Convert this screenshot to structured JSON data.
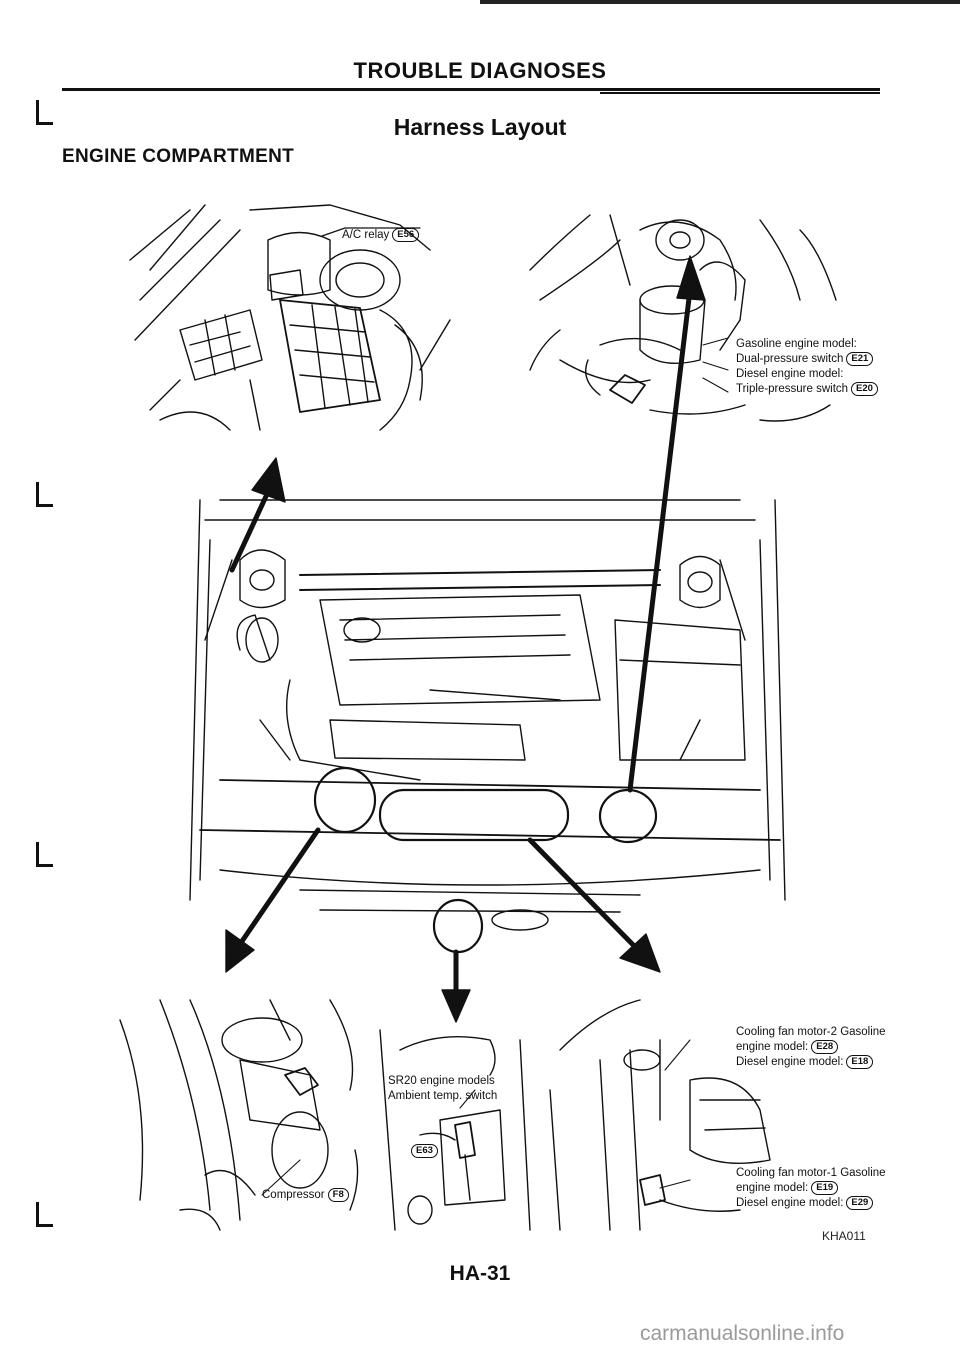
{
  "header": {
    "title": "TROUBLE DIAGNOSES"
  },
  "section_title": "Harness Layout",
  "subsection_title": "ENGINE COMPARTMENT",
  "callouts": {
    "ac_relay": {
      "text": "A/C relay",
      "code": "E56"
    },
    "pressure_switch": {
      "line1": "Gasoline engine model:",
      "line2": "Dual-pressure switch",
      "code1": "E21",
      "line3": "Diesel engine model:",
      "line4": "Triple-pressure switch",
      "code2": "E20"
    },
    "compressor": {
      "text": "Compressor",
      "code": "F8"
    },
    "ambient_switch": {
      "line1": "SR20 engine models",
      "line2": "Ambient temp. switch",
      "code": "E63"
    },
    "fan_motor_2": {
      "line1": "Cooling fan motor-2 Gasoline",
      "line2": "engine model:",
      "code1": "E28",
      "line3": "Diesel engine model:",
      "code2": "E18"
    },
    "fan_motor_1": {
      "line1": "Cooling fan motor-1 Gasoline",
      "line2": "engine model:",
      "code1": "E19",
      "line3": "Diesel engine model:",
      "code2": "E29"
    }
  },
  "figure_code": "KHA011",
  "page_number": "HA-31",
  "watermark": "carmanualsonline.info"
}
